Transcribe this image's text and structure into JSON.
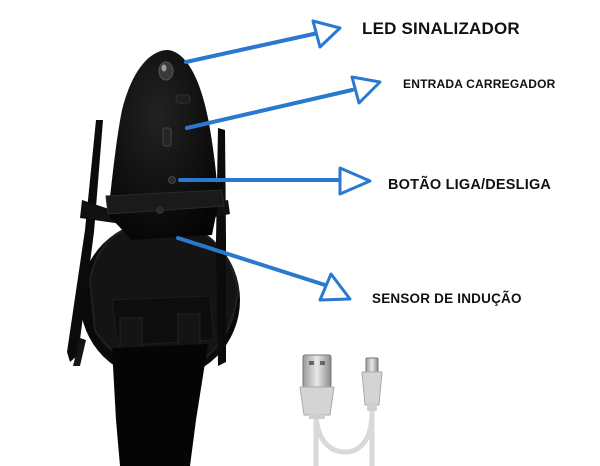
{
  "callouts": {
    "led": "LED SINALIZADOR",
    "charger_port": "ENTRADA CARREGADOR",
    "power_button": "BOTÃO LIGA/DESLIGA",
    "sensor": "SENSOR DE INDUÇÃO"
  },
  "colors": {
    "arrow": "#2a79d0",
    "device": "#0c0c0c",
    "cable": "#d9d9d9"
  },
  "icons": {
    "cable_left": "usb-a-plug-icon",
    "cable_right": "micro-usb-plug-icon"
  }
}
